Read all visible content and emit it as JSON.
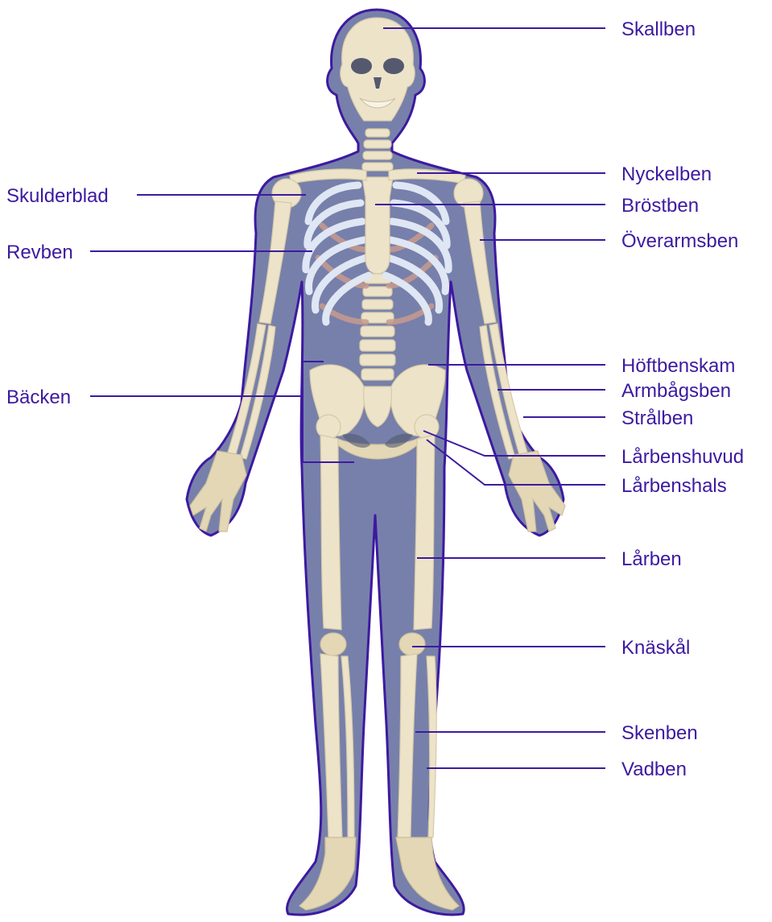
{
  "diagram": {
    "colors": {
      "label_text": "#3d1aa0",
      "body_fill": "#7780aa",
      "body_outline": "#3d1aa0",
      "bone": "#ede3c9",
      "cartilage": "#dfe6f4",
      "rib_back": "#c79a8e"
    },
    "labels": {
      "skallben": "Skallben",
      "nyckelben": "Nyckelben",
      "brostben": "Bröstben",
      "overarmsben": "Överarmsben",
      "hoftbenskam": "Höftbenskam",
      "armbagsben": "Armbågsben",
      "stralben": "Strålben",
      "larbenshuvud": "Lårbenshuvud",
      "larbenshals": "Lårbenshals",
      "larben": "Lårben",
      "knaskal": "Knäskål",
      "skenben": "Skenben",
      "vadben": "Vadben",
      "skulderblad": "Skulderblad",
      "revben": "Revben",
      "backen": "Bäcken"
    }
  }
}
